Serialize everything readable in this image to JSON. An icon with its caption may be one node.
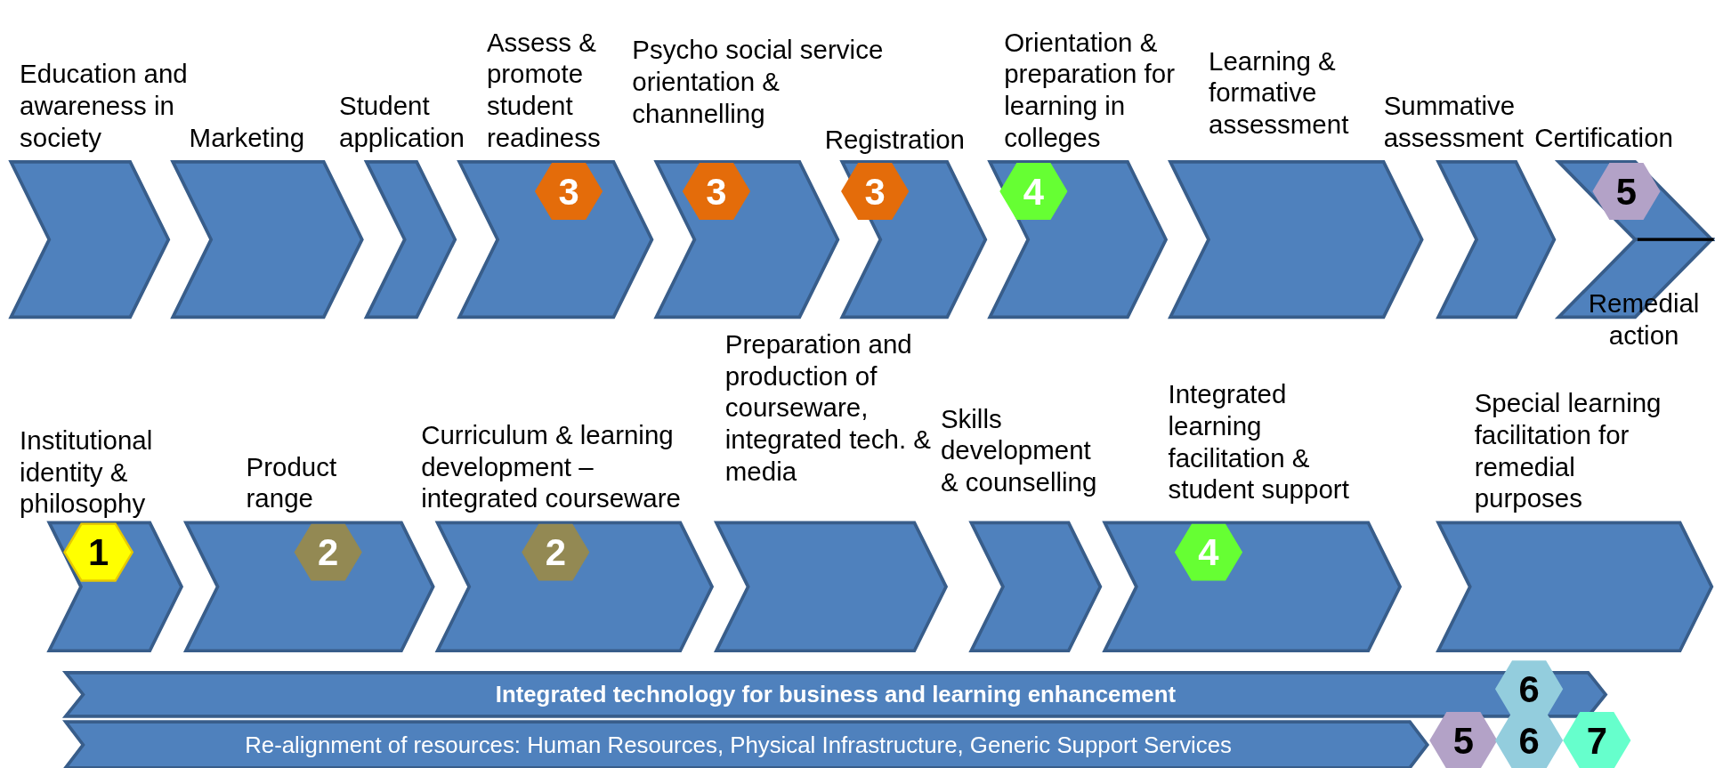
{
  "diagram": {
    "nodes": [
      {
        "text": [
          "Education and awareness in society"
        ]
      },
      {
        "text": [
          "Marketing"
        ]
      },
      {
        "text": [
          "Student application"
        ]
      },
      {
        "text": [
          "Assess & promote student readiness"
        ]
      },
      {
        "text": [
          "3"
        ],
        "in": 3
      },
      {
        "text": [
          "Psycho social service orientation & channelling"
        ]
      },
      {
        "text": [
          "3"
        ],
        "in": 5
      },
      {
        "text": [
          "Registration"
        ]
      },
      {
        "text": [
          "3"
        ],
        "in": 7
      },
      {
        "text": [
          "Orientation & preparation for learning in colleges"
        ]
      },
      {
        "text": [
          "4"
        ],
        "in": 9
      },
      {
        "text": [
          "Learning & formative assessment"
        ]
      },
      {
        "text": [
          "Summative assessment"
        ]
      },
      {
        "text": [
          "Certification"
        ]
      },
      {
        "text": [
          "5"
        ],
        "in": 13
      },
      {
        "text": [
          "Remedial action"
        ]
      },
      {
        "text": [
          "Institutional identity & philosophy"
        ]
      },
      {
        "text": [
          "1"
        ],
        "in": 16
      },
      {
        "text": [
          "Product range"
        ]
      },
      {
        "text": [
          "2"
        ],
        "in": 18
      },
      {
        "text": [
          "Curriculum & learning development – integrated courseware"
        ]
      },
      {
        "text": [
          "2"
        ],
        "in": 20
      },
      {
        "text": [
          "Preparation and production of courseware, integrated tech. & media"
        ]
      },
      {
        "text": [
          "Skills development & counselling"
        ]
      },
      {
        "text": [
          "Integrated learning facilitation & student support"
        ]
      },
      {
        "text": [
          "4"
        ],
        "in": 24
      },
      {
        "text": [
          "Special learning facilitation for remedial purposes"
        ]
      },
      {
        "text": [
          "Integrated technology for business and learning enhancement"
        ]
      },
      {
        "text": [
          "Re-alignment of resources: Human Resources, Physical Infrastructure, Generic Support Services"
        ]
      },
      {
        "text": [
          "6"
        ]
      },
      {
        "text": [
          "5"
        ]
      },
      {
        "text": [
          "6"
        ]
      },
      {
        "text": [
          "7"
        ]
      }
    ]
  }
}
